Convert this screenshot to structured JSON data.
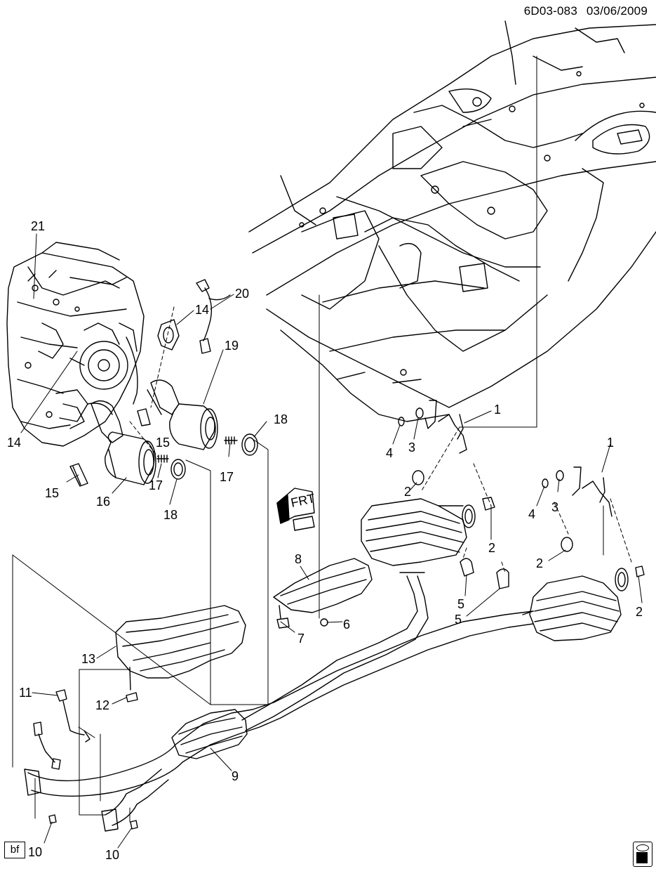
{
  "header": {
    "diagram_id": "6D03-083",
    "date": "03/06/2009"
  },
  "footer": {
    "badge": "bf",
    "logo_top": "gm",
    "logo_bottom": "spo"
  },
  "callouts": {
    "c1a": "1",
    "c1b": "1",
    "c2a": "2",
    "c2b": "2",
    "c2c": "2",
    "c2d": "2",
    "c3a": "3",
    "c3b": "3",
    "c4a": "4",
    "c4b": "4",
    "c5a": "5",
    "c5b": "5",
    "c6": "6",
    "c7": "7",
    "c8": "8",
    "c9": "9",
    "c10a": "10",
    "c10b": "10",
    "c11": "11",
    "c12": "12",
    "c13": "13",
    "c14a": "14",
    "c14b": "14",
    "c15a": "15",
    "c15b": "15",
    "c16": "16",
    "c17a": "17",
    "c17b": "17",
    "c18a": "18",
    "c18b": "18",
    "c19": "19",
    "c20": "20",
    "c21": "21"
  },
  "front_arrow": "FRT"
}
